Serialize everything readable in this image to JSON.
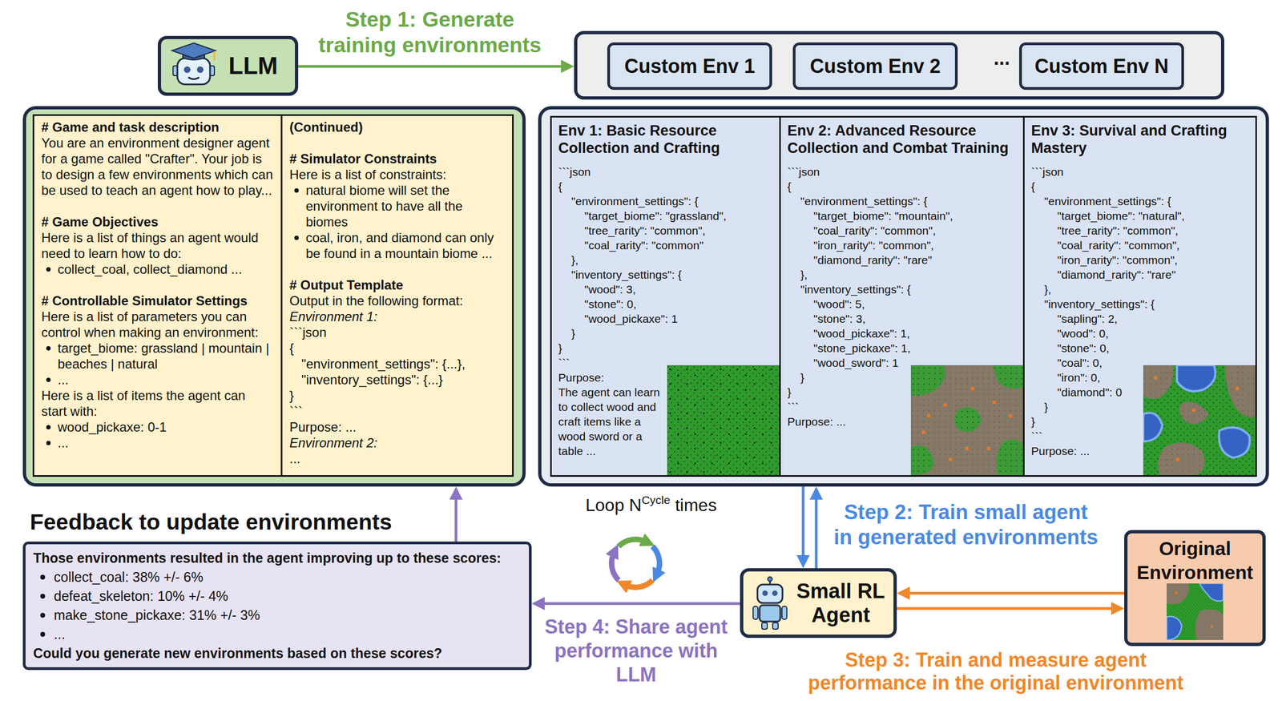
{
  "diagram": {
    "nodes": [
      {
        "text": [
          "LLM"
        ]
      },
      {
        "text": [
          "..."
        ]
      },
      {
        "text": [
          "Custom Env 1"
        ],
        "in": 1
      },
      {
        "text": [
          "Custom Env 2"
        ],
        "in": 1
      },
      {
        "text": [
          "Custom Env N"
        ],
        "in": 1
      },
      {
        "text": []
      },
      {
        "text": [
          "# Game and task description",
          "You are an environment designer agent for a game called \"Crafter\". Your job is to design a few environments which can be used to teach an agent how to play...",
          "# Game Objectives",
          "Here is a list of things an agent would need to learn how to do:",
          "collect_coal, collect_diamond ...",
          "# Controllable Simulator Settings",
          "Here is a list of parameters you can control when making an environment:",
          "target_biome: grassland | mountain | beaches | natural",
          "...",
          "Here is a list of items the agent can start with:",
          "wood_pickaxe: 0-1",
          "..."
        ],
        "in": 5
      },
      {
        "text": [
          "(Continued)",
          "# Simulator Constraints",
          "Here is a list of constraints:",
          "natural biome will set the environment to have all the biomes",
          "coal, iron, and diamond can only be found in a mountain biome ...",
          "# Output Template",
          "Output in the following format:",
          "Environment 1:",
          "```json",
          "{",
          "\"environment_settings\": {...},",
          "\"inventory_settings\": {...}",
          "}",
          "```",
          "Purpose: ...",
          "Environment 2:",
          "..."
        ],
        "in": 5
      },
      {
        "text": []
      },
      {
        "text": [
          "Env 1: Basic Resource Collection and Crafting",
          "```json",
          "{",
          "\"environment_settings\": {",
          "\"target_biome\": \"grassland\",",
          "\"tree_rarity\": \"common\",",
          "\"coal_rarity\": \"common\"",
          "},",
          "\"inventory_settings\": {",
          "\"wood\": 3,",
          "\"stone\": 0,",
          "\"wood_pickaxe\": 1",
          "}",
          "}",
          "```",
          "Purpose:",
          "The agent can learn to collect wood and craft items like a wood sword or a table ..."
        ],
        "in": 8
      },
      {
        "text": [
          "Env 2: Advanced Resource Collection and Combat Training",
          "```json",
          "{",
          "\"environment_settings\": {",
          "\"target_biome\": \"mountain\",",
          "\"coal_rarity\": \"common\",",
          "\"iron_rarity\": \"common\",",
          "\"diamond_rarity\": \"rare\"",
          "},",
          "\"inventory_settings\": {",
          "\"wood\": 5,",
          "\"stone\": 3,",
          "\"wood_pickaxe\": 1,",
          "\"stone_pickaxe\": 1,",
          "\"wood_sword\": 1",
          "}",
          "}",
          "```",
          "Purpose: ..."
        ],
        "in": 8
      },
      {
        "text": [
          "Env 3: Survival and Crafting Mastery",
          "```json",
          "{",
          "\"environment_settings\": {",
          "\"target_biome\": \"natural\",",
          "\"tree_rarity\": \"common\",",
          "\"coal_rarity\": \"common\",",
          "\"iron_rarity\": \"common\",",
          "\"diamond_rarity\": \"rare\"",
          "},",
          "\"inventory_settings\": {",
          "\"sapling\": 2,",
          "\"wood\": 0,",
          "\"stone\": 0,",
          "\"coal\": 0,",
          "\"iron\": 0,",
          "\"diamond\": 0",
          "}",
          "}",
          "```",
          "Purpose: ..."
        ],
        "in": 8
      },
      {
        "text": [
          "Feedback to update environments",
          "Those environments resulted in the agent improving up to these scores:",
          "collect_coal: 38% +/- 6%",
          "defeat_skeleton: 10% +/- 4%",
          "make_stone_pickaxe: 31% +/- 3%",
          "...",
          "Could you generate new environments based on these scores?"
        ]
      },
      {
        "text": [
          "Small RL Agent"
        ]
      },
      {
        "text": [
          "Original Environment"
        ]
      }
    ],
    "edges": [
      {
        "from": 0,
        "to": 1,
        "arrow": "to",
        "label": "Step 1: Generate training environments"
      },
      {
        "from": 8,
        "to": 13,
        "arrow": "to"
      },
      {
        "from": 13,
        "to": 8,
        "arrow": "to",
        "label": "Step 2: Train small agent in generated environments"
      },
      {
        "from": 14,
        "to": 13,
        "arrow": "to"
      },
      {
        "from": 13,
        "to": 14,
        "arrow": "to",
        "label": "Step 3: Train and measure agent performance in the original environment"
      },
      {
        "from": 13,
        "to": 12,
        "arrow": "to",
        "label": "Step 4: Share agent performance with LLM"
      },
      {
        "from": 12,
        "to": 5,
        "arrow": "to"
      }
    ],
    "labels": [
      "Loop N",
      "Cycle",
      "times"
    ]
  }
}
